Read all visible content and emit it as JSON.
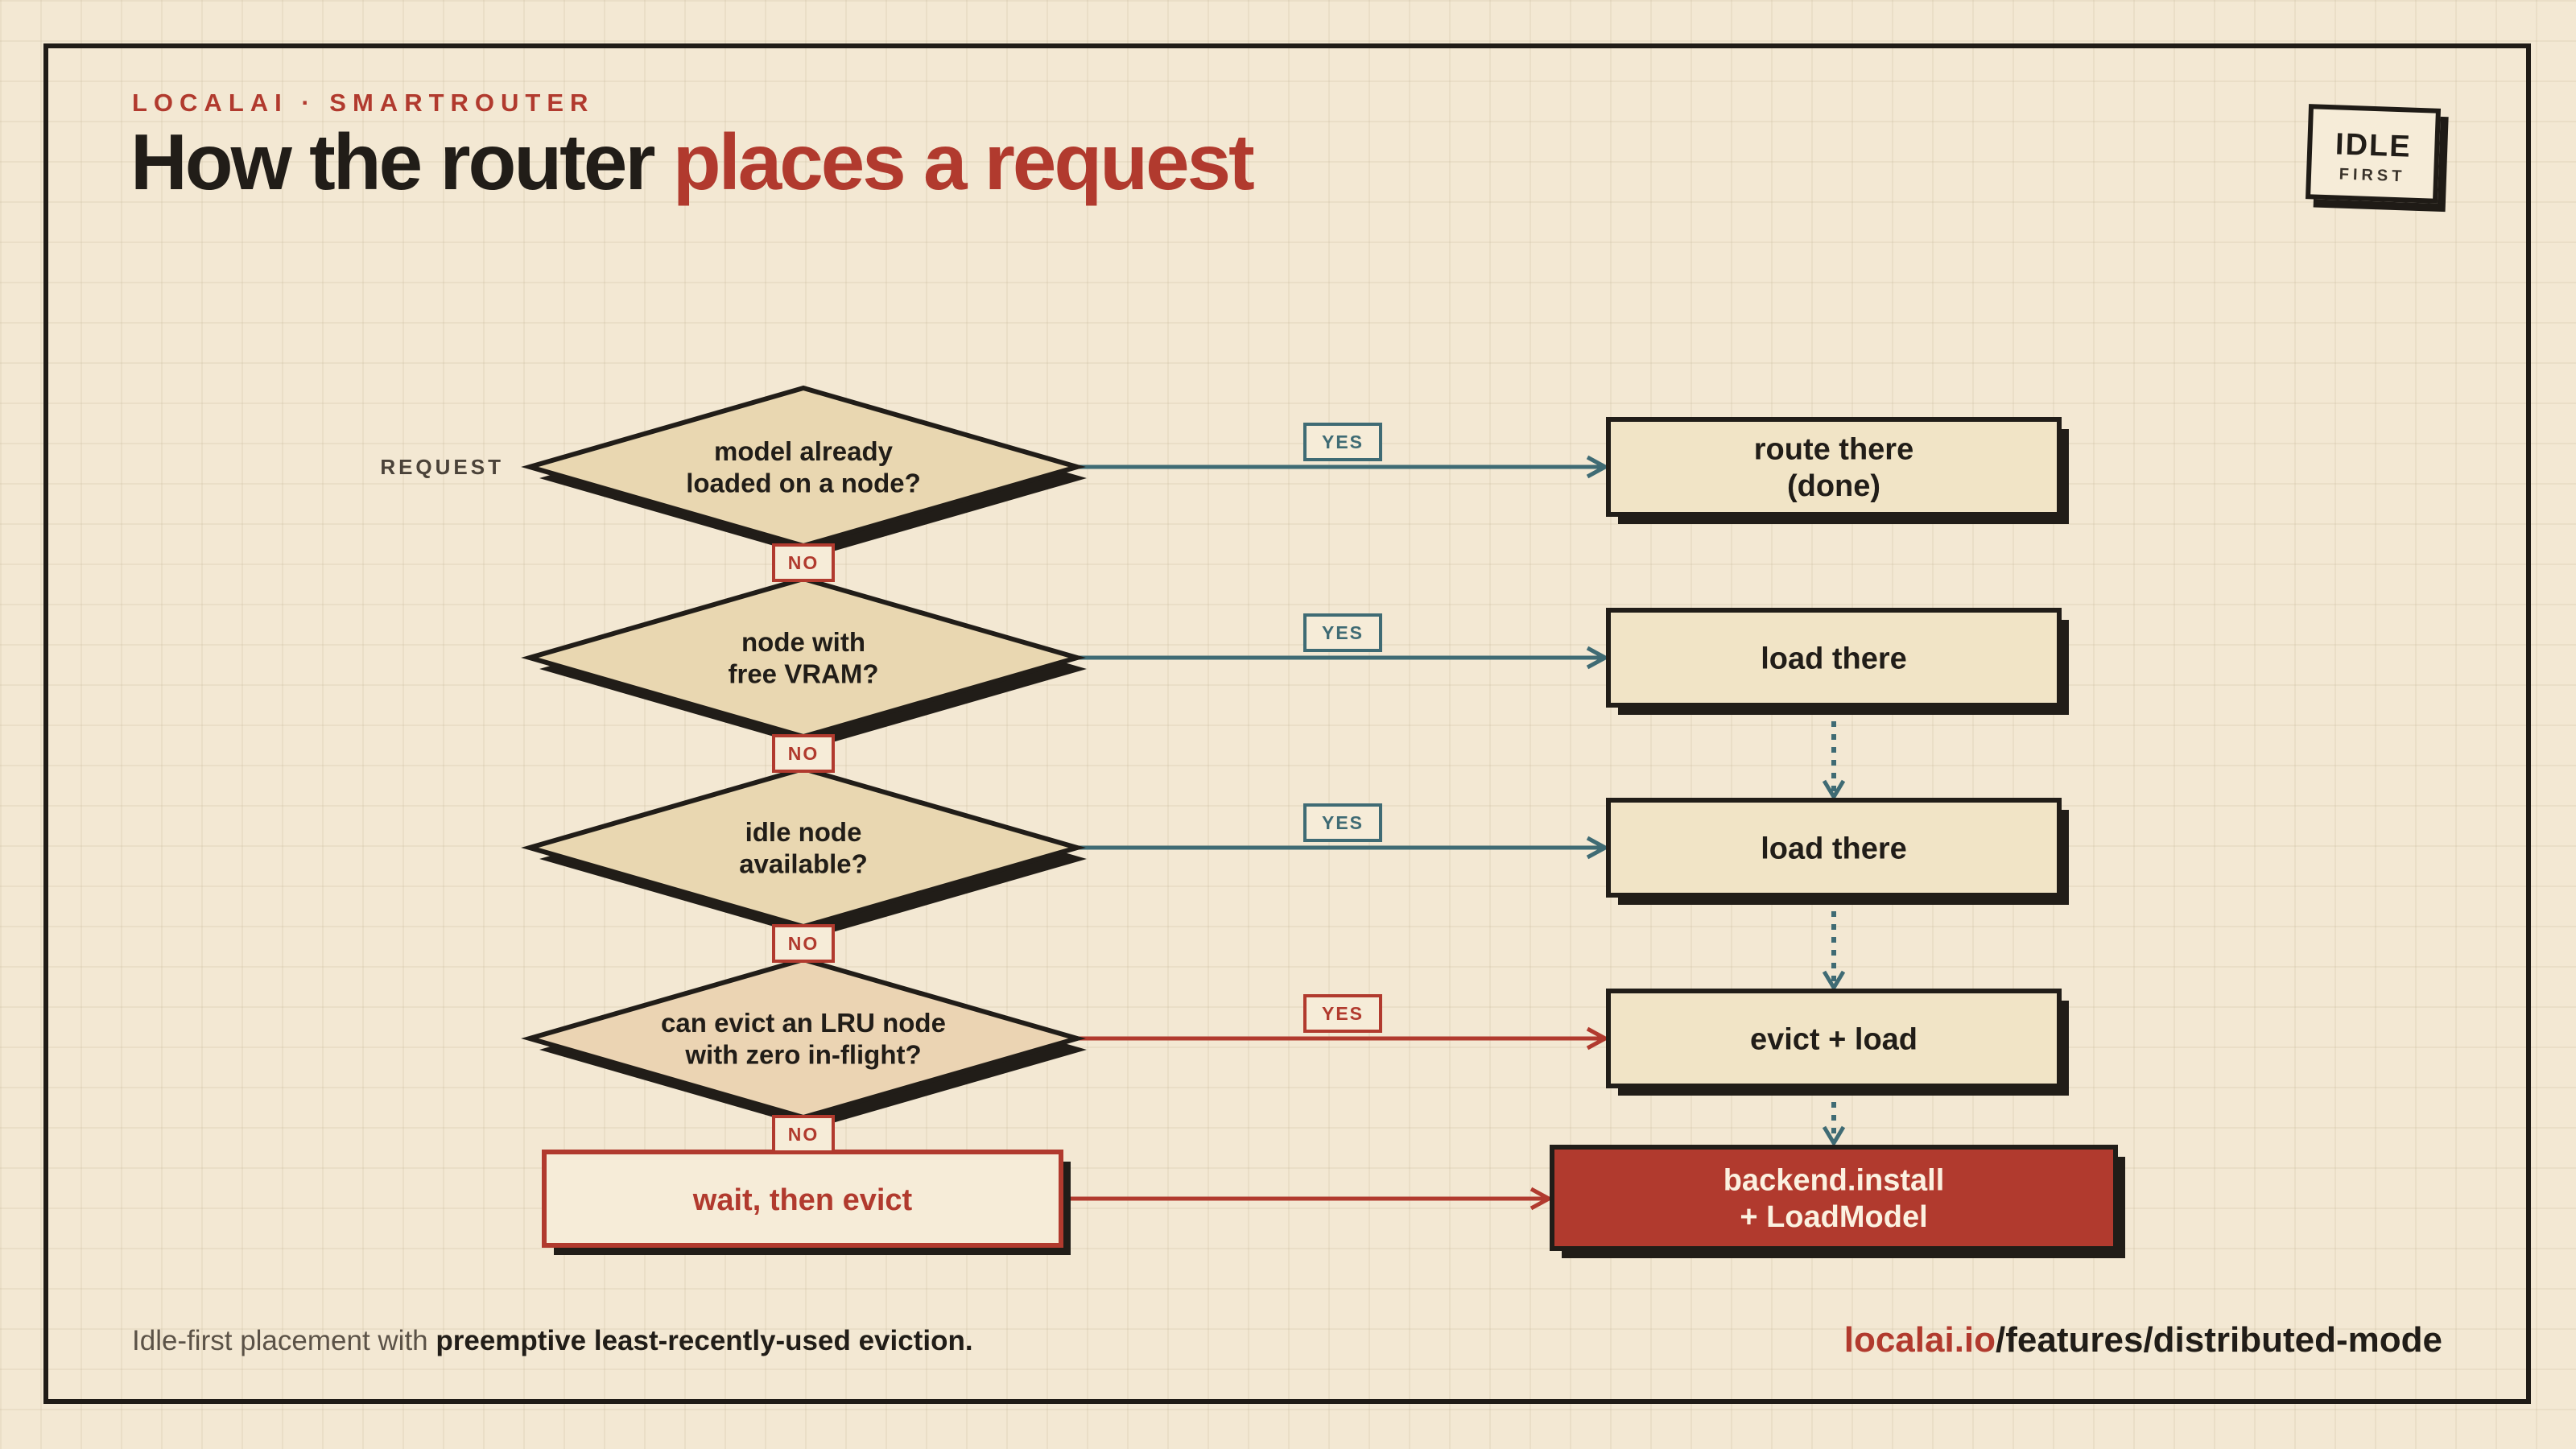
{
  "header": {
    "eyebrow": "LOCALAI · SMARTROUTER",
    "title_plain": "How the router",
    "title_accent": "places a request"
  },
  "badge": {
    "line1": "IDLE",
    "line2": "FIRST"
  },
  "flow": {
    "start_label": "REQUEST",
    "decisions": [
      {
        "lines": [
          "model already",
          "loaded on a node?"
        ],
        "yes_label": "YES",
        "no_label": "NO"
      },
      {
        "lines": [
          "node with",
          "free VRAM?"
        ],
        "yes_label": "YES",
        "no_label": "NO"
      },
      {
        "lines": [
          "idle node",
          "available?"
        ],
        "yes_label": "YES",
        "no_label": "NO"
      },
      {
        "lines": [
          "can evict an LRU node",
          "with zero in-flight?"
        ],
        "yes_label": "YES",
        "no_label": "NO"
      }
    ],
    "outcomes": [
      {
        "lines": [
          "route there",
          "(done)"
        ]
      },
      {
        "lines": [
          "load there"
        ]
      },
      {
        "lines": [
          "load there"
        ]
      },
      {
        "lines": [
          "evict + load"
        ]
      }
    ],
    "wait_box": "wait, then evict",
    "final_box": [
      "backend.install",
      "+ LoadModel"
    ]
  },
  "colors": {
    "ink": "#211d18",
    "accent_red": "#b13a2e",
    "teal": "#3f6b74",
    "diamond_fill": "#e9d7b1",
    "box_fill": "#f1e4c6",
    "background": "#f3e8d3"
  },
  "footer": {
    "tagline_plain": "Idle-first placement with",
    "tagline_strong": "preemptive least-recently-used eviction.",
    "url_accent": "localai.io",
    "url_rest": "/features/distributed-mode"
  }
}
